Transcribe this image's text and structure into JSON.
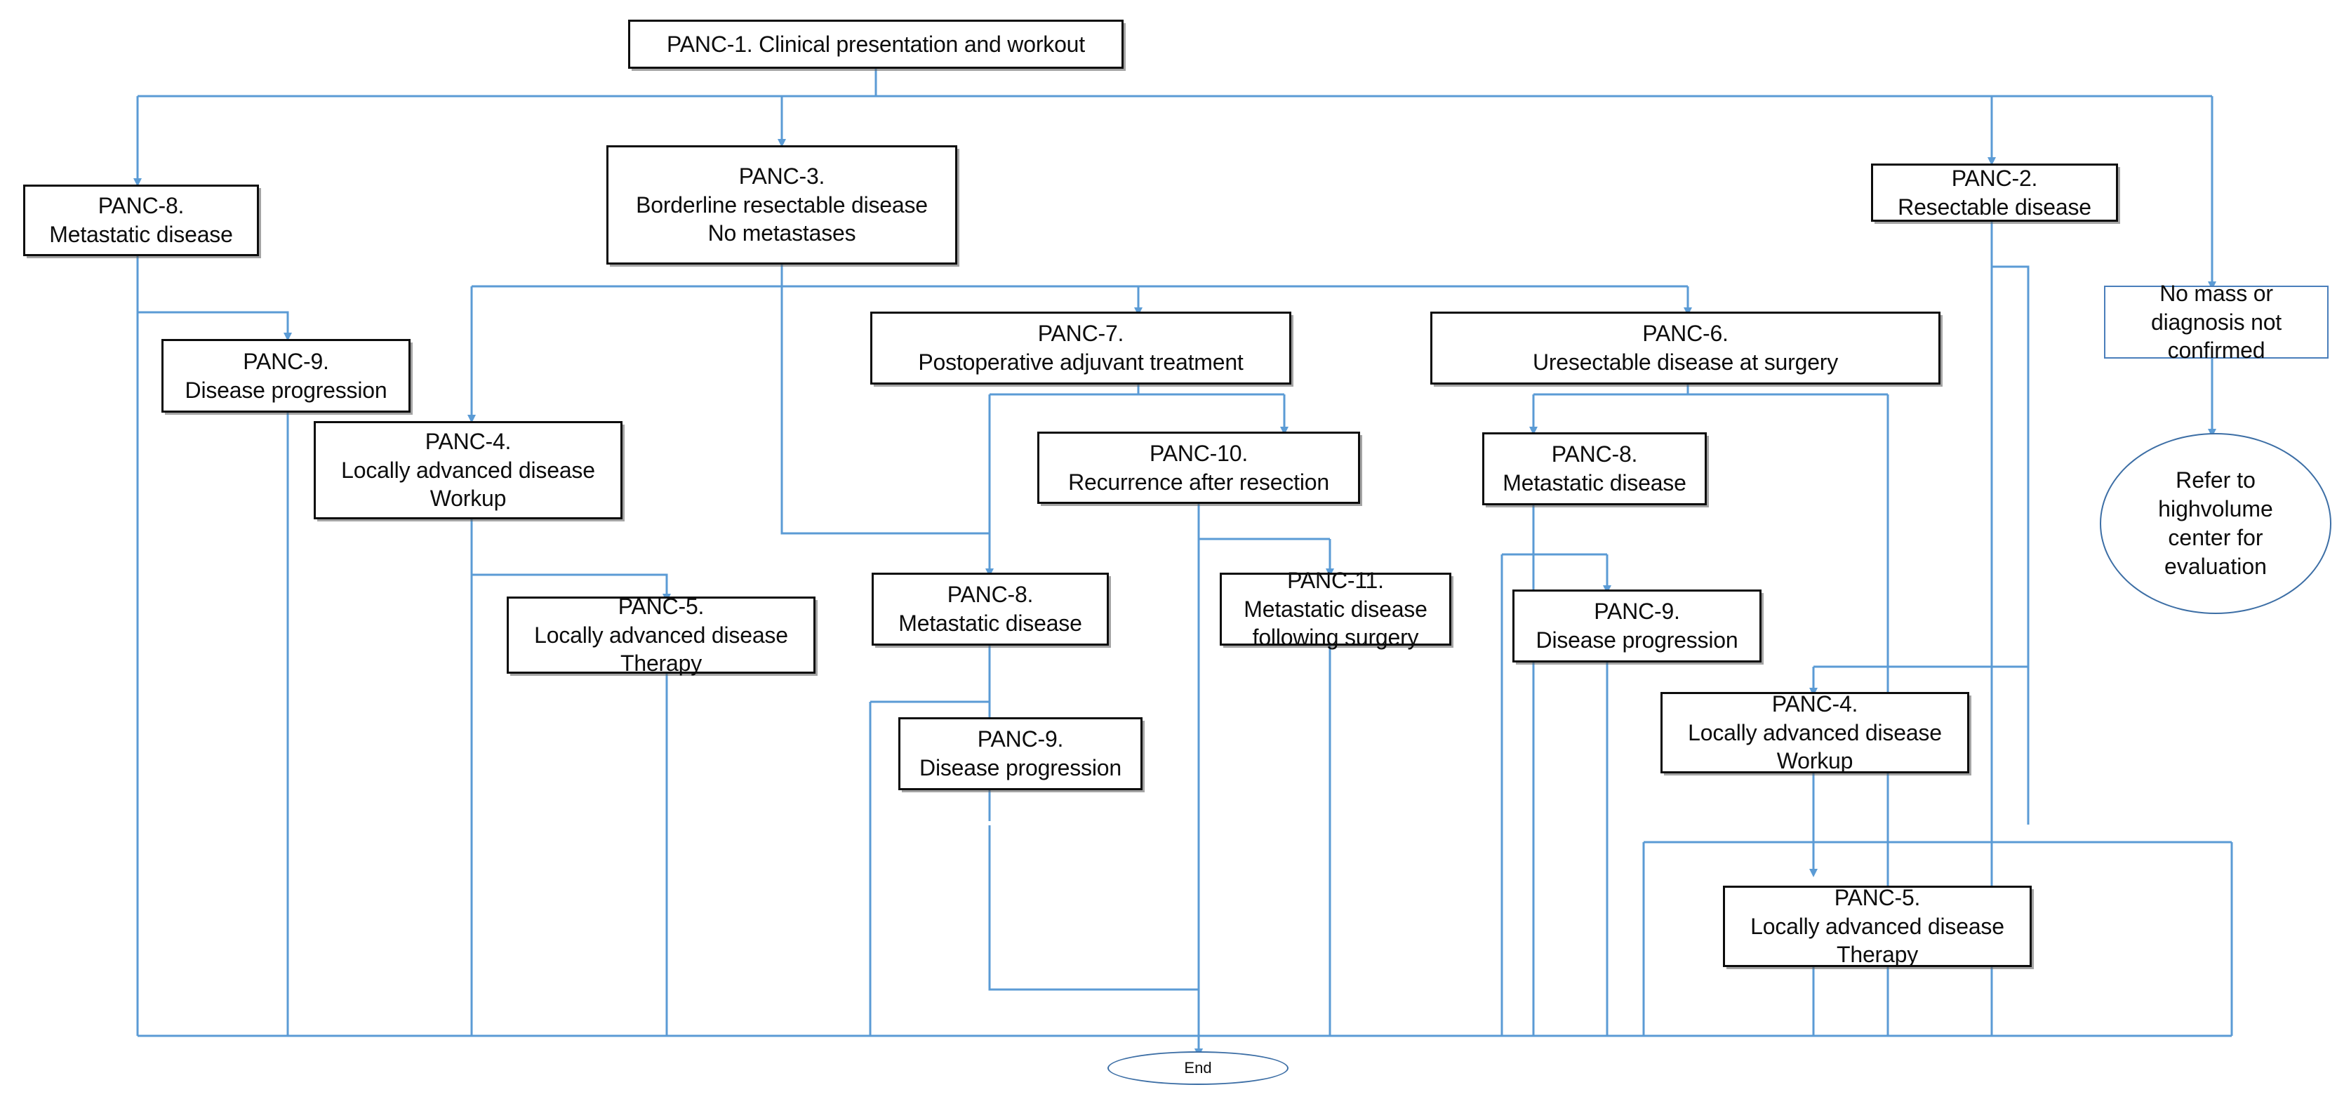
{
  "diagram": {
    "title": "Pancreatic cancer clinical pathway flowchart",
    "edge_color": "#5b9bd5",
    "box_border_color": "#0d0d0d",
    "thin_box_border_color": "#4a7ebb",
    "ellipse_border_color": "#3c6ea5",
    "background": "#ffffff"
  },
  "nodes": {
    "panc1": {
      "l1": "PANC-1. Clinical presentation and workout"
    },
    "panc8_left": {
      "l1": "PANC-8.",
      "l2": "Metastatic disease"
    },
    "panc3": {
      "l1": "PANC-3.",
      "l2": "Borderline resectable disease",
      "l3": "No metastases"
    },
    "panc2": {
      "l1": "PANC-2.",
      "l2": "Resectable disease"
    },
    "no_mass": {
      "l1": "No mass or",
      "l2": "diagnosis not",
      "l3": "confirmed"
    },
    "panc9_left": {
      "l1": "PANC-9.",
      "l2": "Disease progression"
    },
    "panc7": {
      "l1": "PANC-7.",
      "l2": "Postoperative adjuvant treatment"
    },
    "panc6": {
      "l1": "PANC-6.",
      "l2": "Uresectable disease at surgery"
    },
    "refer": {
      "l1": "Refer to",
      "l2": "highvolume",
      "l3": "center for",
      "l4": "evaluation"
    },
    "panc4_left": {
      "l1": "PANC-4.",
      "l2": "Locally advanced disease",
      "l3": "Workup"
    },
    "panc10": {
      "l1": "PANC-10.",
      "l2": "Recurrence after resection"
    },
    "panc8_mid_right": {
      "l1": "PANC-8.",
      "l2": "Metastatic disease"
    },
    "panc5_left": {
      "l1": "PANC-5.",
      "l2": "Locally advanced disease",
      "l3": "Therapy"
    },
    "panc8_mid": {
      "l1": "PANC-8.",
      "l2": "Metastatic disease"
    },
    "panc11": {
      "l1": "PANC-11.",
      "l2": "Metastatic disease",
      "l3": "following surgery"
    },
    "panc9_right": {
      "l1": "PANC-9.",
      "l2": "Disease progression"
    },
    "panc9_mid": {
      "l1": "PANC-9.",
      "l2": "Disease progression"
    },
    "panc4_right": {
      "l1": "PANC-4.",
      "l2": "Locally advanced disease",
      "l3": "Workup"
    },
    "panc5_right": {
      "l1": "PANC-5.",
      "l2": "Locally advanced disease",
      "l3": "Therapy"
    },
    "end": {
      "l1": "End"
    }
  }
}
